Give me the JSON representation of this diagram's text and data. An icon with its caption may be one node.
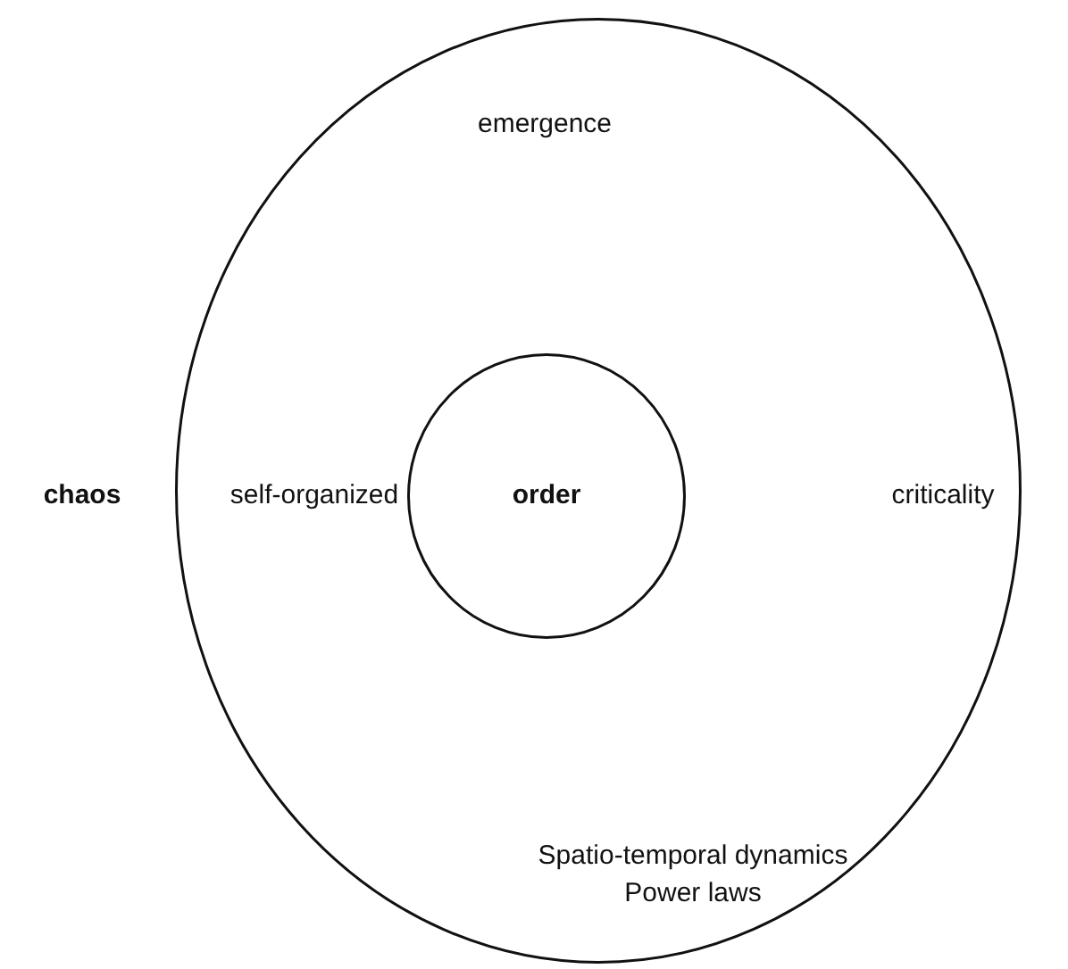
{
  "diagram": {
    "nodes": [
      {
        "text": [
          "emergence",
          "self-organized",
          "criticality",
          "Spatio-temporal dynamics",
          "Power laws"
        ]
      },
      {
        "text": [
          "order"
        ],
        "in": 0
      }
    ],
    "labels": [
      "chaos"
    ]
  }
}
